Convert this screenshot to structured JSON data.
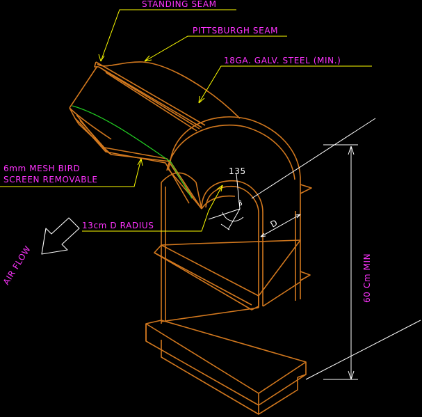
{
  "colors": {
    "background": "#000000",
    "duct": "#d2781e",
    "leader": "#ffff00",
    "label_magenta": "#ff33ff",
    "dimension_white": "#ffffff",
    "mesh_green": "#22cc22"
  },
  "labels": {
    "standing_seam": "STANDING SEAM",
    "pittsburgh_seam": "PITTSBURGH SEAM",
    "steel": "18GA. GALV. STEEL (MIN.)",
    "mesh_line1": "6mm MESH BIRD",
    "mesh_line2": "SCREEN REMOVABLE",
    "radius": "13cm D RADIUS",
    "air_flow": "AIR FLOW",
    "angle": "135",
    "angle_degree": "°",
    "dim_d": "D",
    "height_min": "60 Cm MIN"
  },
  "icons": {
    "air_flow_arrow": "arrow-down-left-icon"
  }
}
